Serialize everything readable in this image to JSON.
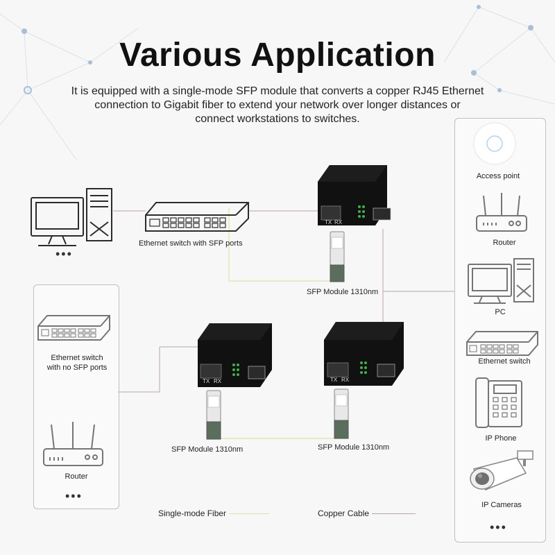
{
  "header": {
    "title": "Various Application",
    "subtitle_lines": [
      "It is equipped with a single-mode SFP module that converts a copper RJ45 Ethernet",
      "connection to Gigabit fiber to extend your network over longer distances or",
      "connect workstations to switches."
    ]
  },
  "left_devices": {
    "top_dots": "•••",
    "switch_with_sfp": "Ethernet switch with SFP ports",
    "switch_no_sfp_line1": "Ethernet switch",
    "switch_no_sfp_line2": "with no SFP ports",
    "router": "Router",
    "bottom_dots": "•••"
  },
  "converters": {
    "module_label": "SFP Module 1310nm",
    "tx": "TX",
    "rx": "RX"
  },
  "right_panel": {
    "items": [
      "Access point",
      "Router",
      "PC",
      "Ethernet switch",
      "IP Phone",
      "IP Cameras"
    ],
    "bottom_dots": "•••"
  },
  "legend": {
    "fiber": "Single-mode Fiber",
    "copper": "Copper Cable",
    "fiber_color": "#d7e6a8",
    "copper_color": "#b9a4a6"
  },
  "colors": {
    "device": "#111111",
    "outline": "#2b2b2b",
    "background": "#f7f7f8",
    "network_node": "#a8bfd6"
  }
}
